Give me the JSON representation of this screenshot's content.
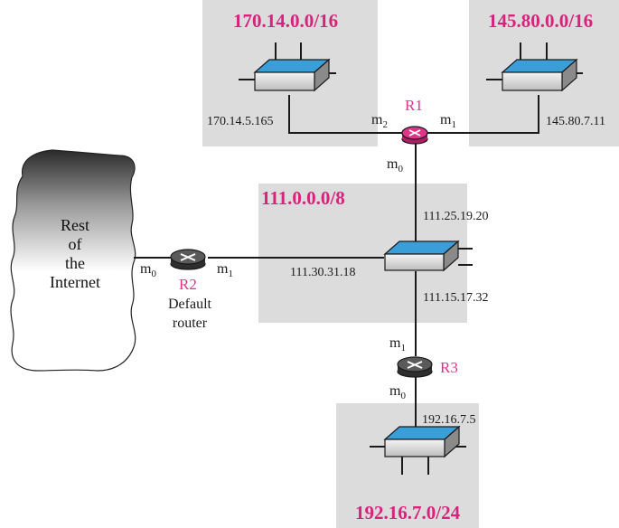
{
  "colors": {
    "net_label": "#d6247c",
    "router_name": "#e0338a",
    "lan_bg": "#dcdcdc",
    "link": "#1a1a1a",
    "switch_top": "#3a9fd8",
    "router_r1": "#e0338a",
    "router_other": "#555555"
  },
  "networks": {
    "n1": {
      "label": "170.14.0.0/16"
    },
    "n2": {
      "label": "145.80.0.0/16"
    },
    "n3": {
      "label": "111.0.0.0/8"
    },
    "n4": {
      "label": "192.16.7.0/24"
    }
  },
  "routers": {
    "r1": {
      "name": "R1",
      "ports": {
        "m0": "m",
        "m0_sub": "0",
        "m1": "m",
        "m1_sub": "1",
        "m2": "m",
        "m2_sub": "2"
      }
    },
    "r2": {
      "name": "R2",
      "caption_line1": "Default",
      "caption_line2": "router",
      "ports": {
        "m0": "m",
        "m0_sub": "0",
        "m1": "m",
        "m1_sub": "1"
      }
    },
    "r3": {
      "name": "R3",
      "ports": {
        "m0": "m",
        "m0_sub": "0",
        "m1": "m",
        "m1_sub": "1"
      }
    }
  },
  "addresses": {
    "a1": "170.14.5.165",
    "a2": "145.80.7.11",
    "a3": "111.25.19.20",
    "a4": "111.30.31.18",
    "a5": "111.15.17.32",
    "a6": "192.16.7.5"
  },
  "internet": {
    "line1": "Rest",
    "line2": "of",
    "line3": "the",
    "line4": "Internet"
  }
}
